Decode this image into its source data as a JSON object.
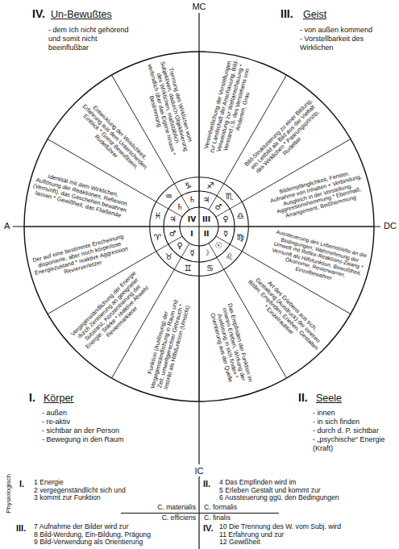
{
  "diagram": {
    "nodes": [
      {
        "text": [
          "Der auf eine bestimmte Erscheinung disponierte, aber noch körperlose Energiezustand * reaktive Aggression Revierverletzer",
          "Vergegenständlichung der Energie durch Zentrierung an geeigneter Substanz, Konzentrierung der Energie: Stärke * reaktive Abwehr Reviermarkierer",
          "Funktion (Auslösung) der Vergegenständlichung in Raum und Zeit, umweltgerechter Gebrauch * Instinkt als Hilfsfunktion (Umsicht)",
          "Das Empfinden der Funktion im inneren Erleben, Wirkung der Auslösung in sich finden * Orientierung aus der Quelle",
          "Art des Erlebens aus sich, Gestaltung (Ausdruck) der inneren Bilder, Empfinden, Erleben, Gestalten * Einzelraubtier",
          "Aussteuerung des Lebenstriebs an die Bedingungen, Wahrnehmung der Umwelt mit Reflex-Reaktions-Zwang * Vernunft als Hilfsfunktion, Bewußtheit, Ökonomie, Revierwarner, Einzelbewahrer",
          "Bildempfänglichkeit, Fenster, Aufnahme von Inhalten + Verbindung, Ausgleich in der Vorstellung, Aggressionshemmung * Ebenmaß, Arrangement, Beißhemmung",
          "Bild-Strukturierung zu einer Bildung, ein Leitbild als Bild aus der Vielfalt des Wirklichen * Paarungsprinzip, Rudeltier",
          "Vereinheitlichung der Vorstellungen zur Landschaft der Anschauung, Bild-Verwendung zur Weltanschauung * Verstand i.S. des Verstehens von Anderem, Grau",
          "Trennung des Wirklichen vom Subjektiven, dadurch Objektivierung des Wirklichen, maßstäblich verbindlich über das Eigene hinaus * Bestimmung",
          "Entwicklung der Wirklichkeit, Erfahrung aus dem Unterscheiden, Einblick * Grenz-Bewußtsein, Rudelführer",
          "Identität mit dem Wirklichen, Auflösung der Reaktionen, Reflexion (Vernunft), das Geschehen bewahren lassen * Gewißheit, das Fließende"
        ]
      },
      {
        "text": [
          "IV",
          "III",
          "I",
          "II",
          "♂",
          "♀",
          "☿",
          "☽",
          "☉",
          "☿",
          "♀",
          "♂",
          "♃",
          "♄",
          "♄",
          "♃",
          "♈",
          "♉",
          "♊",
          "♋",
          "♌",
          "♍",
          "♎",
          "♏",
          "♐",
          "♑",
          "♒",
          "♓"
        ],
        "in": 0
      }
    ],
    "labels": [
      "IV.",
      "Un-Bewußtes",
      "- dem Ich nicht gehörend und somit nicht beeinflußbar",
      "III.",
      "Geist",
      "- von außen kommend",
      "- Vorstellbarkeit des Wirklichen",
      "I.",
      "Körper",
      "- außen",
      "- re-aktiv",
      "- sichtbar an der Person",
      "- Bewegung in den Raum",
      "II.",
      "Seele",
      "- innen",
      "- in sich finden",
      "- durch d. P. sichtbar",
      "- „psychische“ Energie (Kraft)",
      "MC",
      "A",
      "DC",
      "IC",
      "Physiologisch",
      "I.",
      "1 Energie",
      "2 vergegenständlicht sich und",
      "3 kommt zur Funktion",
      "II.",
      "4 Das Empfinden wird im",
      "5 Erleben Gestalt und kommt zur",
      "6 Aussteuerung ggü. den Bedingungen",
      "C. materialis",
      "C. formalis",
      "C. efficiens",
      "C. finalis",
      "III.",
      "7 Aufnahme der Bilder wird zur",
      "8 Bild-Werdung, Ein-Bildung, Prägung",
      "9 Bild-Verwendung als Orientierung",
      "IV.",
      "10 Die Trennung des W. vom Subj. wird",
      "11 Erfahrung und zur",
      "12 Gewißheit"
    ]
  }
}
